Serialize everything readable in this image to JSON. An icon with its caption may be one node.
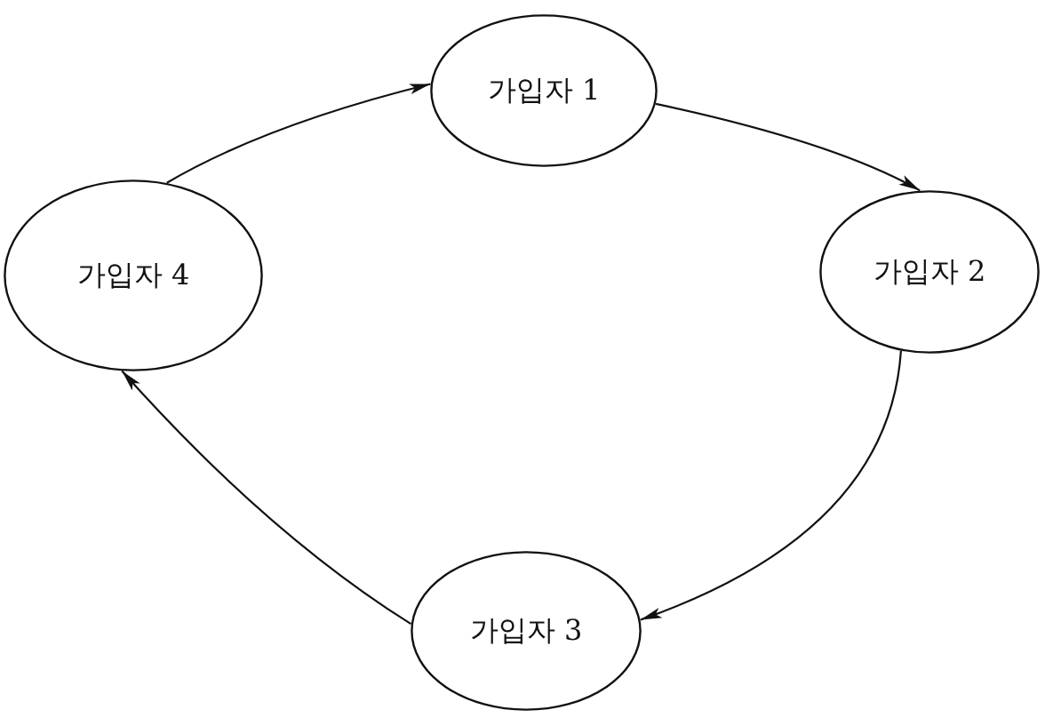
{
  "diagram": {
    "nodes": [
      {
        "text": [
          "가입자 1"
        ]
      },
      {
        "text": [
          "가입자 2"
        ]
      },
      {
        "text": [
          "가입자 3"
        ]
      },
      {
        "text": [
          "가입자 4"
        ]
      }
    ],
    "edges": [
      {
        "from": 0,
        "to": 1,
        "arrow": "to"
      },
      {
        "from": 1,
        "to": 2,
        "arrow": "to"
      },
      {
        "from": 2,
        "to": 3,
        "arrow": "to"
      },
      {
        "from": 3,
        "to": 0,
        "arrow": "to"
      }
    ]
  }
}
